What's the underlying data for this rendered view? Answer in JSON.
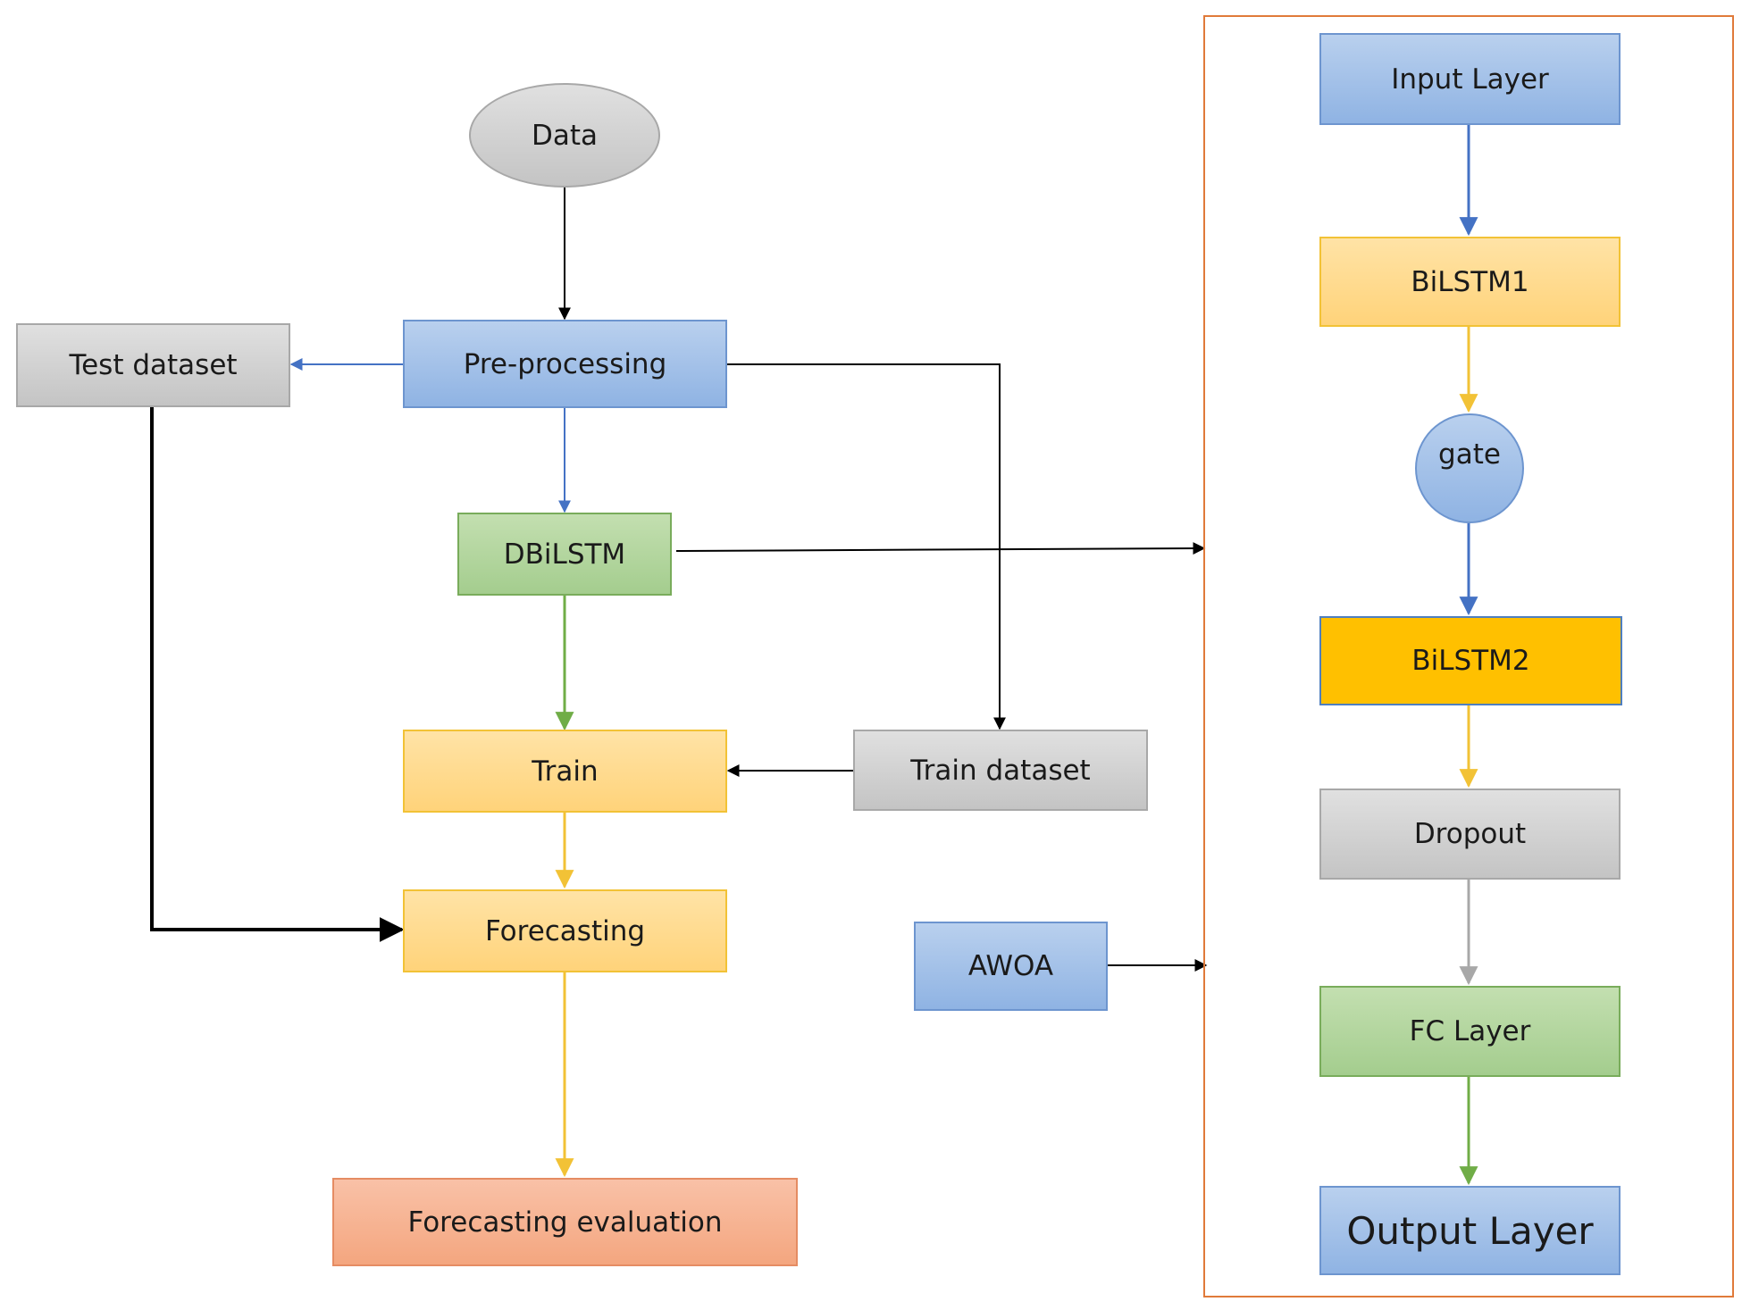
{
  "nodes": {
    "data": "Data",
    "preprocessing": "Pre-processing",
    "test_dataset": "Test dataset",
    "dbilstm": "DBiLSTM",
    "train": "Train",
    "train_dataset": "Train dataset",
    "forecasting": "Forecasting",
    "awoa": "AWOA",
    "forecasting_evaluation": "Forecasting evaluation"
  },
  "model_panel": {
    "input_layer": "Input Layer",
    "bilstm1": "BiLSTM1",
    "gate": "gate",
    "bilstm2": "BiLSTM2",
    "dropout": "Dropout",
    "fc_layer": "FC Layer",
    "output_layer": "Output Layer"
  },
  "edges": [
    {
      "from": "data",
      "to": "preprocessing",
      "color": "#000000"
    },
    {
      "from": "preprocessing",
      "to": "test_dataset",
      "color": "#4472c4"
    },
    {
      "from": "preprocessing",
      "to": "dbilstm",
      "color": "#4472c4"
    },
    {
      "from": "preprocessing",
      "to": "train_dataset",
      "color": "#000000"
    },
    {
      "from": "dbilstm",
      "to": "model_panel",
      "color": "#000000"
    },
    {
      "from": "dbilstm",
      "to": "train",
      "color": "#70ad47"
    },
    {
      "from": "train_dataset",
      "to": "train",
      "color": "#000000"
    },
    {
      "from": "train",
      "to": "forecasting",
      "color": "#f2c236"
    },
    {
      "from": "test_dataset",
      "to": "forecasting",
      "color": "#000000"
    },
    {
      "from": "forecasting",
      "to": "forecasting_evaluation",
      "color": "#f2c236"
    },
    {
      "from": "awoa",
      "to": "model_panel",
      "color": "#000000"
    },
    {
      "from": "input_layer",
      "to": "bilstm1",
      "color": "#4472c4"
    },
    {
      "from": "bilstm1",
      "to": "gate",
      "color": "#f2c236"
    },
    {
      "from": "gate",
      "to": "bilstm2",
      "color": "#4472c4"
    },
    {
      "from": "bilstm2",
      "to": "dropout",
      "color": "#f2c236"
    },
    {
      "from": "dropout",
      "to": "fc_layer",
      "color": "#a8a8a8"
    },
    {
      "from": "fc_layer",
      "to": "output_layer",
      "color": "#70ad47"
    }
  ]
}
